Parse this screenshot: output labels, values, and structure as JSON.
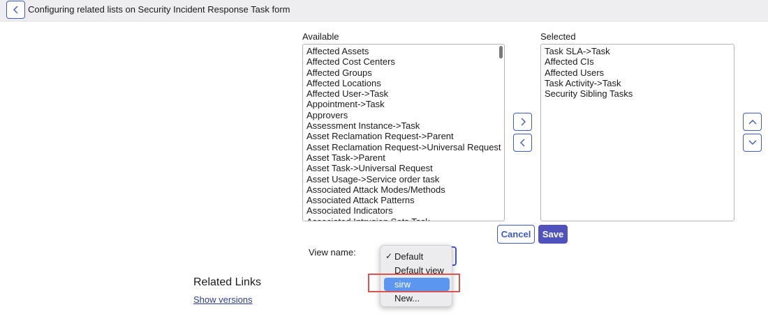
{
  "header": {
    "title": "Configuring related lists on Security Incident Response Task form"
  },
  "available": {
    "label": "Available",
    "items": [
      "Affected Assets",
      "Affected Cost Centers",
      "Affected Groups",
      "Affected Locations",
      "Affected User->Task",
      "Appointment->Task",
      "Approvers",
      "Assessment Instance->Task",
      "Asset Reclamation Request->Parent",
      "Asset Reclamation Request->Universal Request",
      "Asset Task->Parent",
      "Asset Task->Universal Request",
      "Asset Usage->Service order task",
      "Associated Attack Modes/Methods",
      "Associated Attack Patterns",
      "Associated Indicators",
      "Associated Intrusion Sets Task"
    ]
  },
  "selected": {
    "label": "Selected",
    "items": [
      "Task SLA->Task",
      "Affected CIs",
      "Affected Users",
      "Task Activity->Task",
      "Security Sibling Tasks"
    ]
  },
  "actions": {
    "cancel_label": "Cancel",
    "save_label": "Save"
  },
  "view": {
    "label": "View name:",
    "options": [
      "Default",
      "Default view",
      "sirw",
      "New..."
    ],
    "checked": "Default",
    "highlighted": "sirw"
  },
  "related_links": {
    "title": "Related Links",
    "show_versions": "Show versions"
  },
  "colors": {
    "accent": "#3e5abf",
    "save_bg": "#4f52bd",
    "highlight": "#5b96f0",
    "annotation": "#d9534f"
  },
  "icons": {
    "back": "chevron-left-icon",
    "add": "chevron-right-icon",
    "remove": "chevron-left-icon",
    "move_up": "chevron-up-icon",
    "move_down": "chevron-down-icon",
    "check": "checkmark-icon"
  }
}
